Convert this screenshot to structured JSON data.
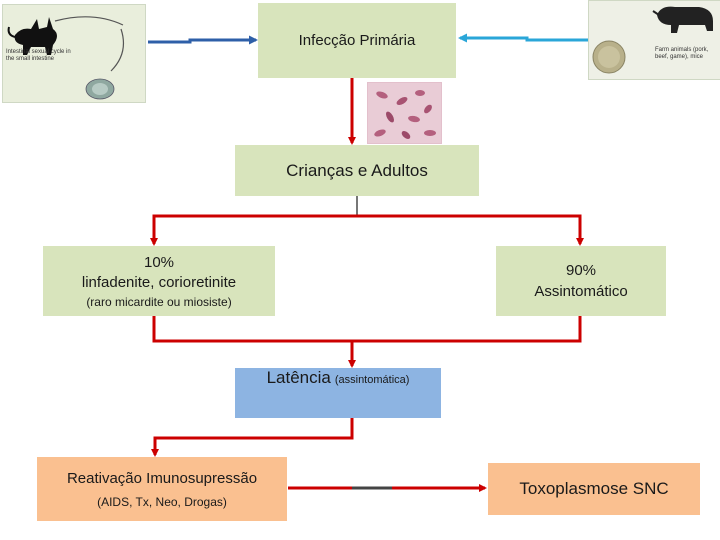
{
  "primary": {
    "title": "Infecção Primária"
  },
  "population": {
    "title": "Crianças e Adultos"
  },
  "symptomatic": {
    "pct": "10%",
    "desc": "linfadenite, corioretinite",
    "note": "(raro micardite ou miosiste)"
  },
  "asymptomatic": {
    "pct": "90%",
    "desc": "Assintomático"
  },
  "latency": {
    "title": "Latência",
    "note": "(assintomática)"
  },
  "reactivation": {
    "title": "Reativação Imunosupressão",
    "note": "(AIDS, Tx, Neo, Drogas)"
  },
  "outcome": {
    "title": "Toxoplasmose SNC"
  },
  "left_image": {
    "caption": "Intestinal sexual cycle in the small intestine"
  },
  "right_image": {
    "caption": "Farm animals (pork, beef, game), mice"
  },
  "colors": {
    "flow_red": "#cc0000",
    "arrow_blue_dark": "#2e5fa8",
    "arrow_blue_light": "#2aa6d8"
  }
}
